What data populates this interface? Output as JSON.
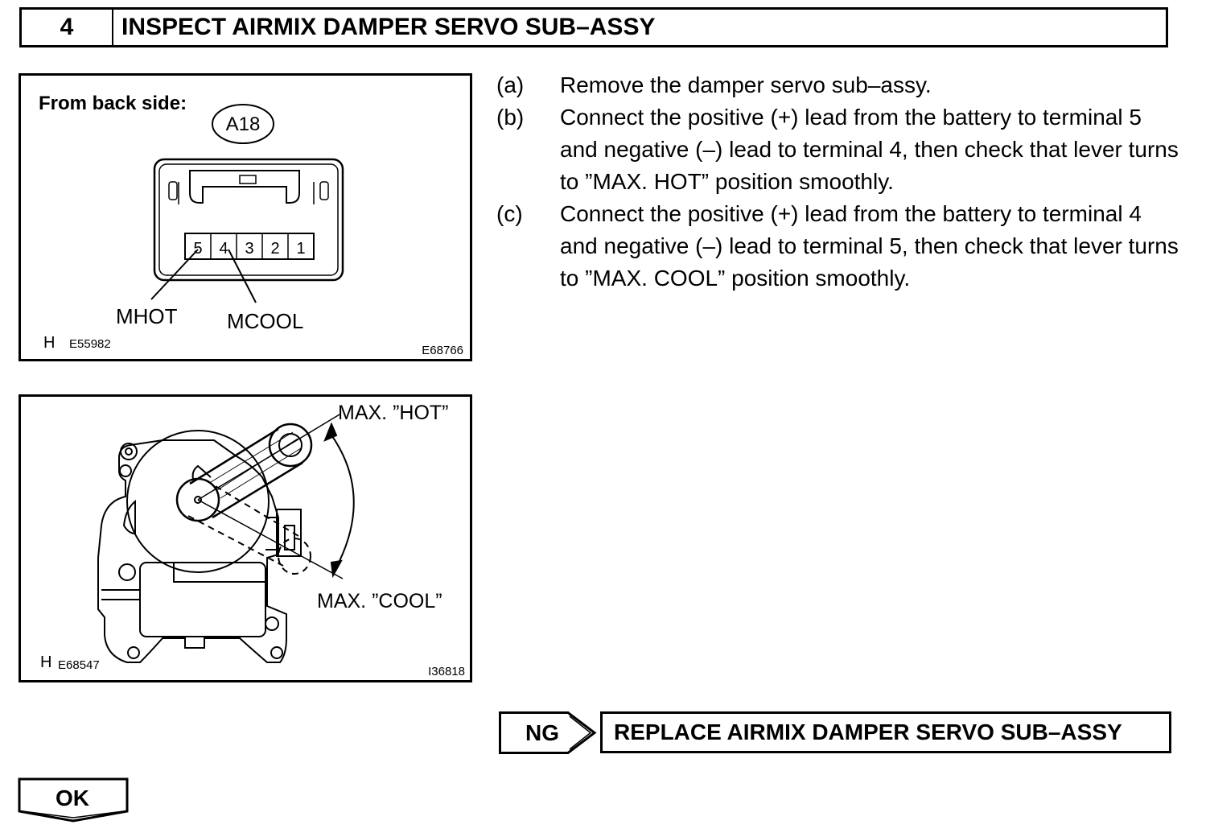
{
  "header": {
    "step_number": "4",
    "title": "INSPECT AIRMIX DAMPER SERVO SUB–ASSY"
  },
  "figure1": {
    "caption": "From back side:",
    "connector_id": "A18",
    "terminals": [
      "5",
      "4",
      "3",
      "2",
      "1"
    ],
    "label_mhot": "MHOT",
    "label_mcool": "MCOOL",
    "ref_left_prefix": "H",
    "ref_left": "E55982",
    "ref_right": "E68766"
  },
  "figure2": {
    "label_hot": "MAX. ”HOT”",
    "label_cool": "MAX. ”COOL”",
    "ref_left_prefix": "H",
    "ref_left": "E68547",
    "ref_right": "I36818"
  },
  "steps": [
    {
      "label": "(a)",
      "text": "Remove the damper servo sub–assy."
    },
    {
      "label": "(b)",
      "text": "Connect the positive (+) lead from the battery to terminal 5 and negative (–) lead to terminal 4, then check that lever turns to ”MAX. HOT” position smoothly."
    },
    {
      "label": "(c)",
      "text": "Connect the positive (+) lead from the battery to terminal 4 and negative (–) lead to terminal 5, then check that lever turns to ”MAX. COOL” position smoothly."
    }
  ],
  "result_ng": {
    "label": "NG",
    "action": "REPLACE AIRMIX DAMPER SERVO SUB–ASSY"
  },
  "result_ok": {
    "label": "OK"
  }
}
